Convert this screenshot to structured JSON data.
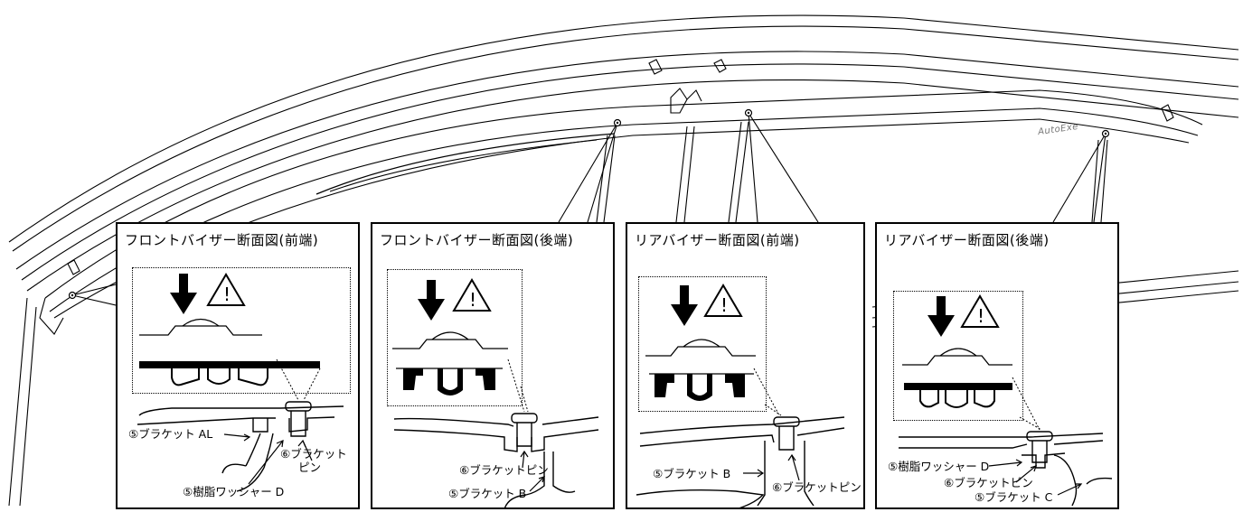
{
  "brand": "AutoExe",
  "panels": [
    {
      "title": "フロントバイザー断面図(前端)",
      "labels": {
        "bracket": "⑤ブラケット AL",
        "pin_line1": "⑥ブラケット",
        "pin_line2": "ピン",
        "washer": "⑤樹脂ワッシャー D"
      }
    },
    {
      "title": "フロントバイザー断面図(後端)",
      "labels": {
        "pin": "⑥ブラケットピン",
        "bracket": "⑤ブラケット B"
      }
    },
    {
      "title": "リアバイザー断面図(前端)",
      "labels": {
        "bracket": "⑤ブラケット B",
        "pin": "⑥ブラケットピン"
      }
    },
    {
      "title": "リアバイザー断面図(後端)",
      "labels": {
        "washer": "⑤樹脂ワッシャー D",
        "pin": "⑥ブラケットピン",
        "bracket": "⑤ブラケット C"
      }
    }
  ],
  "icons": {
    "press_arrow": "down-arrow-icon",
    "caution": "warning-triangle-icon"
  }
}
